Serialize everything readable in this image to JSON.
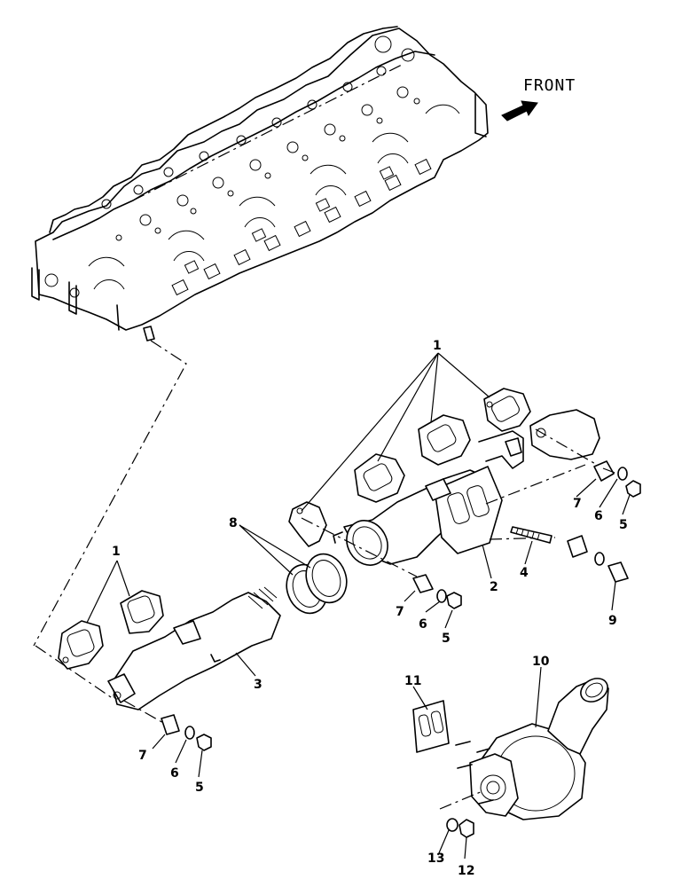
{
  "direction_label": "FRONT",
  "callouts": [
    {
      "id": "c1-top",
      "text": "1"
    },
    {
      "id": "c1-left",
      "text": "1"
    },
    {
      "id": "c2",
      "text": "2"
    },
    {
      "id": "c3",
      "text": "3"
    },
    {
      "id": "c4",
      "text": "4"
    },
    {
      "id": "c5-a",
      "text": "5"
    },
    {
      "id": "c5-b",
      "text": "5"
    },
    {
      "id": "c5-c",
      "text": "5"
    },
    {
      "id": "c6-a",
      "text": "6"
    },
    {
      "id": "c6-b",
      "text": "6"
    },
    {
      "id": "c6-c",
      "text": "6"
    },
    {
      "id": "c7-a",
      "text": "7"
    },
    {
      "id": "c7-b",
      "text": "7"
    },
    {
      "id": "c7-c",
      "text": "7"
    },
    {
      "id": "c8",
      "text": "8"
    },
    {
      "id": "c9",
      "text": "9"
    },
    {
      "id": "c10",
      "text": "10"
    },
    {
      "id": "c11",
      "text": "11"
    },
    {
      "id": "c12",
      "text": "12"
    },
    {
      "id": "c13",
      "text": "13"
    }
  ]
}
